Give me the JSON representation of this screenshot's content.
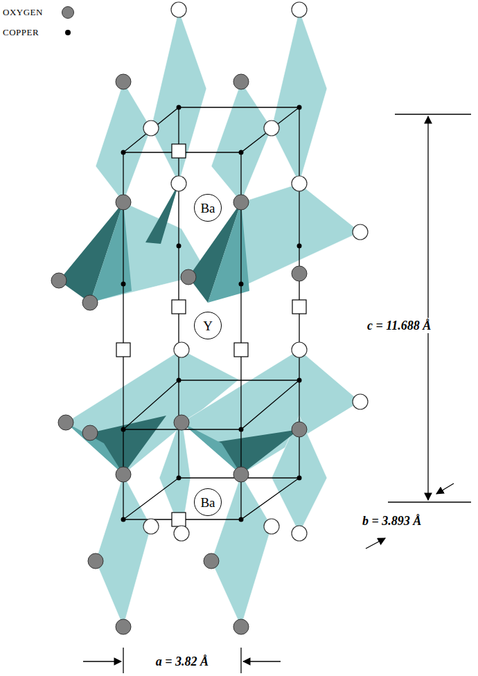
{
  "diagram": {
    "nodes": [
      {
        "text": [
          "Ba"
        ]
      },
      {
        "text": [
          "Y"
        ]
      },
      {
        "text": [
          "Ba"
        ]
      }
    ],
    "labels": [
      "c = 11.688 Å",
      "b = 3.893 Å",
      "a = 3.82 Å"
    ],
    "legend": [
      {
        "text": "OXYGEN",
        "color": "#808080"
      },
      {
        "text": "COPPER",
        "color": "#000000"
      }
    ]
  }
}
